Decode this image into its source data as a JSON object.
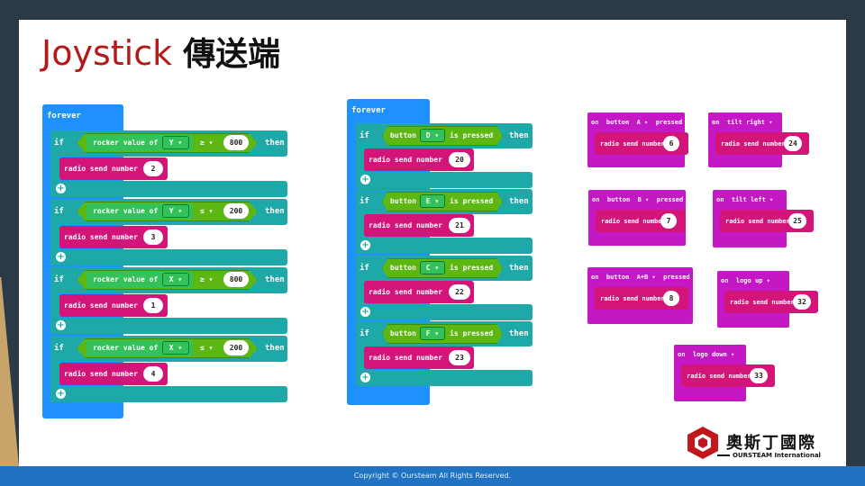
{
  "slide": {
    "title_en": "Joystick",
    "title_zh": "傳送端",
    "footer": "Copyright © Oursteam All Rights Reserved.",
    "logo_brand": "奧斯丁國際",
    "logo_sub": "OURSTEAM International"
  },
  "colors": {
    "title_red": "#b31b1b",
    "forever_blue": "#1e90ff",
    "logic_teal": "#1fa8a8",
    "input_green": "#33c25a",
    "radio_pink": "#d3157a",
    "event_magenta": "#c418c4",
    "footer_blue": "#1f73c2"
  },
  "left_program": {
    "forever": "forever",
    "rows": [
      {
        "if": "if",
        "sensor": "rocker value of",
        "axis": "Y",
        "op": "≥",
        "value": "800",
        "then": "then",
        "send": "radio send number",
        "num": "2"
      },
      {
        "if": "if",
        "sensor": "rocker value of",
        "axis": "Y",
        "op": "≤",
        "value": "200",
        "then": "then",
        "send": "radio send number",
        "num": "3"
      },
      {
        "if": "if",
        "sensor": "rocker value of",
        "axis": "X",
        "op": "≥",
        "value": "800",
        "then": "then",
        "send": "radio send number",
        "num": "1"
      },
      {
        "if": "if",
        "sensor": "rocker value of",
        "axis": "X",
        "op": "≤",
        "value": "200",
        "then": "then",
        "send": "radio send number",
        "num": "4"
      }
    ]
  },
  "mid_program": {
    "forever": "forever",
    "rows": [
      {
        "if": "if",
        "button": "button",
        "key": "D",
        "pressed": "is pressed",
        "then": "then",
        "send": "radio send number",
        "num": "20"
      },
      {
        "if": "if",
        "button": "button",
        "key": "E",
        "pressed": "is pressed",
        "then": "then",
        "send": "radio send number",
        "num": "21"
      },
      {
        "if": "if",
        "button": "button",
        "key": "C",
        "pressed": "is pressed",
        "then": "then",
        "send": "radio send number",
        "num": "22"
      },
      {
        "if": "if",
        "button": "button",
        "key": "F",
        "pressed": "is pressed",
        "then": "then",
        "send": "radio send number",
        "num": "23"
      }
    ]
  },
  "events": [
    {
      "on": "on",
      "event": "button",
      "key": "A",
      "suffix": "pressed",
      "send": "radio send number",
      "num": "6"
    },
    {
      "on": "on",
      "event": "tilt right",
      "key": "",
      "suffix": "",
      "send": "radio send number",
      "num": "24"
    },
    {
      "on": "on",
      "event": "button",
      "key": "B",
      "suffix": "pressed",
      "send": "radio send number",
      "num": "7"
    },
    {
      "on": "on",
      "event": "tilt left",
      "key": "",
      "suffix": "",
      "send": "radio send number",
      "num": "25"
    },
    {
      "on": "on",
      "event": "button",
      "key": "A+B",
      "suffix": "pressed",
      "send": "radio send number",
      "num": "8"
    },
    {
      "on": "on",
      "event": "logo up",
      "key": "",
      "suffix": "",
      "send": "radio send number",
      "num": "32"
    },
    {
      "on": "on",
      "event": "logo down",
      "key": "",
      "suffix": "",
      "send": "radio send number",
      "num": "33"
    }
  ]
}
